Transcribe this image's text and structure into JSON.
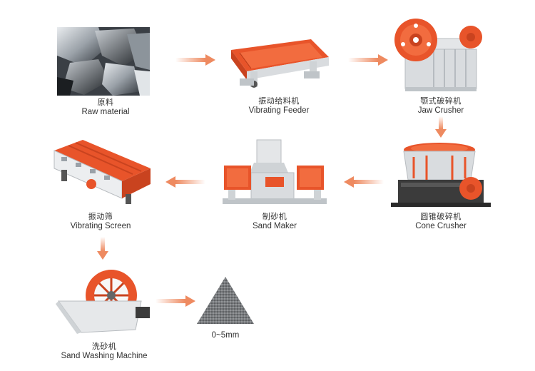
{
  "colors": {
    "accent": "#e8542a",
    "arrow": "#f0a07e",
    "machine_gray": "#d9dcdf",
    "frame": "#cfd3d6",
    "dark": "#3b3b3b"
  },
  "steps": [
    {
      "id": "raw",
      "zh": "原料",
      "en": "Raw material",
      "icon": "rock-pile-photo"
    },
    {
      "id": "feeder",
      "zh": "振动给料机",
      "en": "Vibrating Feeder",
      "icon": "vibrating-feeder-machine"
    },
    {
      "id": "jaw",
      "zh": "颚式破碎机",
      "en": "Jaw Crusher",
      "icon": "jaw-crusher-machine"
    },
    {
      "id": "cone",
      "zh": "圆锥破碎机",
      "en": "Cone Crusher",
      "icon": "cone-crusher-machine"
    },
    {
      "id": "sand",
      "zh": "制砂机",
      "en": "Sand Maker",
      "icon": "sand-maker-machine"
    },
    {
      "id": "screen",
      "zh": "振动筛",
      "en": "Vibrating Screen",
      "icon": "vibrating-screen-machine"
    },
    {
      "id": "washer",
      "zh": "洗砂机",
      "en": "Sand Washing Machine",
      "icon": "sand-washing-wheel-machine"
    },
    {
      "id": "product",
      "zh": "",
      "en": "0~5mm",
      "icon": "sand-pile-triangle"
    }
  ]
}
